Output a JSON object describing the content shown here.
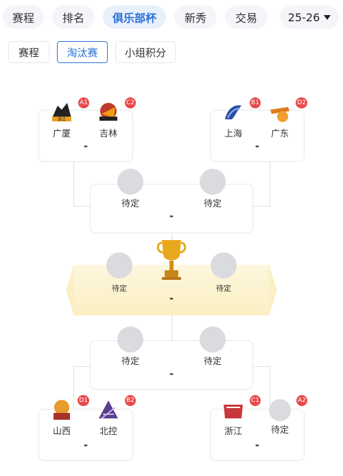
{
  "top_tabs": [
    "赛程",
    "排名",
    "俱乐部杯",
    "新秀",
    "交易"
  ],
  "season": "25-26",
  "sub_tabs": [
    "赛程",
    "淘汰赛",
    "小组积分"
  ],
  "bracket": {
    "top_left": {
      "team1": {
        "name": "广厦",
        "seed": "A1"
      },
      "team2": {
        "name": "吉林",
        "seed": "C2"
      },
      "score": "-"
    },
    "top_right": {
      "team1": {
        "name": "上海",
        "seed": "B1"
      },
      "team2": {
        "name": "广东",
        "seed": "D2"
      },
      "score": "-"
    },
    "semi_top": {
      "team1": "待定",
      "team2": "待定",
      "score": "-"
    },
    "final": {
      "team1": "待定",
      "team2": "待定",
      "score": "-"
    },
    "semi_bottom": {
      "team1": "待定",
      "team2": "待定",
      "score": "-"
    },
    "bottom_left": {
      "team1": {
        "name": "山西",
        "seed": "D1"
      },
      "team2": {
        "name": "北控",
        "seed": "B2"
      },
      "score": "-"
    },
    "bottom_right": {
      "team1": {
        "name": "浙江",
        "seed": "C1"
      },
      "team2": {
        "name": "待定",
        "seed": "A2"
      },
      "score": "-"
    }
  },
  "colors": {
    "accent": "#2a72d8",
    "badge": "#e84a4a",
    "final_bg": "#fbefc3"
  }
}
